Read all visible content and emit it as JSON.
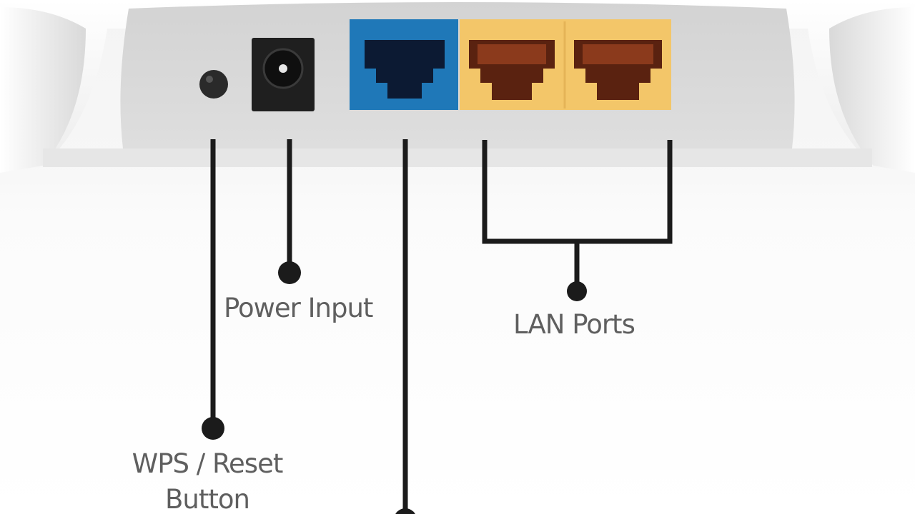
{
  "labels": {
    "power_input": "Power Input",
    "lan_ports": "LAN Ports",
    "wps_reset_line1": "WPS / Reset",
    "wps_reset_line2": "Button"
  },
  "colors": {
    "wan_port": "#1f78b8",
    "lan_ports": "#f3c669",
    "lan_connector": "#8b3a1c",
    "callout_line": "#1b1b1b",
    "label_text": "#5f5f5f"
  }
}
